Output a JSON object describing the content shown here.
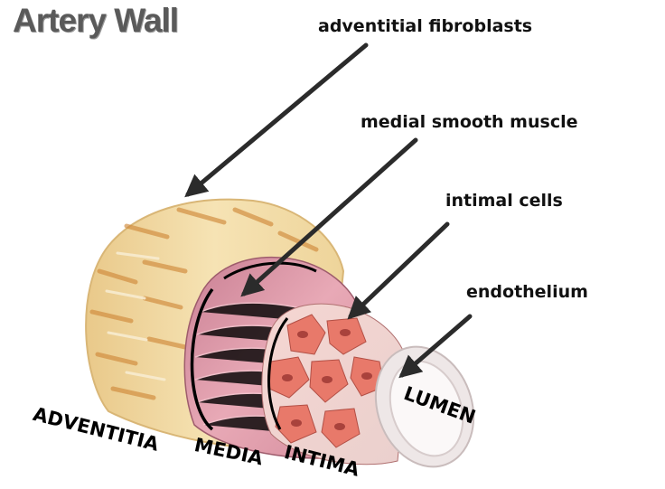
{
  "title": "Artery Wall",
  "callouts": {
    "adventitial_fibroblasts": "adventitial fibroblasts",
    "medial_smooth_muscle": "medial smooth muscle",
    "intimal_cells": "intimal cells",
    "endothelium": "endothelium"
  },
  "layers": {
    "adventitia": "ADVENTITIA",
    "media": "MEDIA",
    "intima": "INTIMA",
    "lumen": "LUMEN"
  },
  "colors": {
    "adventitia": "#f1d9a2",
    "media": "#d98f9f",
    "intima": "#e98a78",
    "endothelium": "#efe6e6",
    "arrow": "#2b2b2b"
  }
}
